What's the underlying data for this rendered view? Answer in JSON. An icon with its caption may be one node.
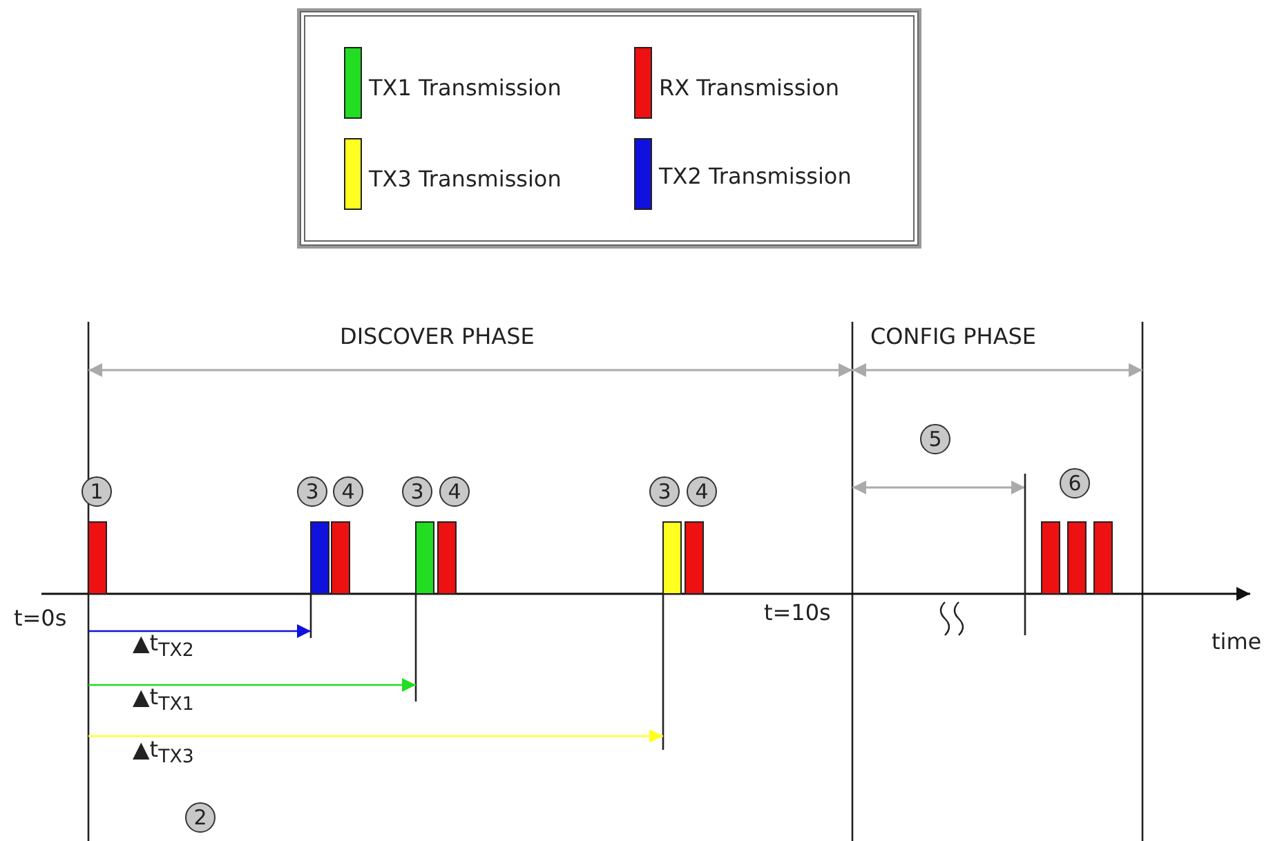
{
  "diagram": {
    "labels": [
      "DISCOVER PHASE",
      "CONFIG PHASE",
      "5",
      "1",
      "3",
      "4",
      "3",
      "4",
      "3",
      "4",
      "6",
      "t=0s",
      "t=10s",
      "▲t$_{TX2}$",
      "time",
      "▲t$_{TX1}$",
      "▲t$_{TX3}$",
      "2"
    ],
    "legend": [
      {
        "text": "TX1 Transmission",
        "color": "#22dd22"
      },
      {
        "text": "RX Transmission",
        "color": "#ee1111"
      },
      {
        "text": "TX3 Transmission",
        "color": "#ffff22"
      },
      {
        "text": "TX2 Transmission",
        "color": "#1111dd"
      }
    ]
  }
}
